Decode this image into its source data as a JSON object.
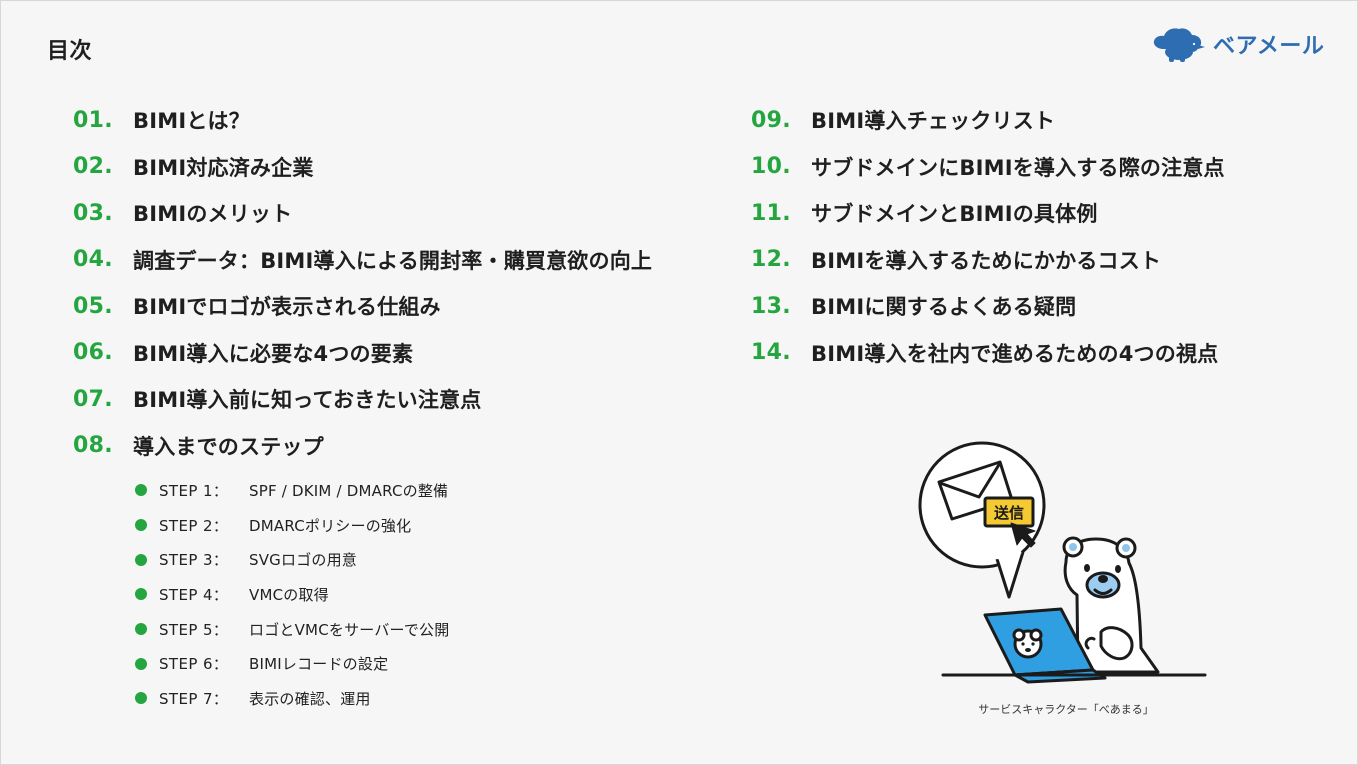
{
  "header": {
    "title": "目次",
    "brand_name": "ベアメール",
    "logo_icon": "bear-cloud-logo-icon"
  },
  "toc": {
    "left": [
      {
        "num": "01.",
        "label": "BIMIとは？"
      },
      {
        "num": "02.",
        "label": "BIMI対応済み企業"
      },
      {
        "num": "03.",
        "label": "BIMIのメリット"
      },
      {
        "num": "04.",
        "label": "調査データ：BIMI導入による開封率・購買意欲の向上"
      },
      {
        "num": "05.",
        "label": "BIMIでロゴが表示される仕組み"
      },
      {
        "num": "06.",
        "label": "BIMI導入に必要な4つの要素"
      },
      {
        "num": "07.",
        "label": "BIMI導入前に知っておきたい注意点"
      },
      {
        "num": "08.",
        "label": "導入までのステップ"
      }
    ],
    "right": [
      {
        "num": "09.",
        "label": "BIMI導入チェックリスト"
      },
      {
        "num": "10.",
        "label": "サブドメインにBIMIを導入する際の注意点"
      },
      {
        "num": "11.",
        "label": "サブドメインとBIMIの具体例"
      },
      {
        "num": "12.",
        "label": "BIMIを導入するためにかかるコスト"
      },
      {
        "num": "13.",
        "label": "BIMIに関するよくある疑問"
      },
      {
        "num": "14.",
        "label": "BIMI導入を社内で進めるための4つの視点"
      }
    ]
  },
  "steps": [
    {
      "name": "STEP 1：",
      "text": "SPF / DKIM / DMARCの整備"
    },
    {
      "name": "STEP 2：",
      "text": "DMARCポリシーの強化"
    },
    {
      "name": "STEP 3：",
      "text": "SVGロゴの用意"
    },
    {
      "name": "STEP 4：",
      "text": "VMCの取得"
    },
    {
      "name": "STEP 5：",
      "text": "ロゴとVMCをサーバーで公開"
    },
    {
      "name": "STEP 6：",
      "text": "BIMIレコードの設定"
    },
    {
      "name": "STEP 7：",
      "text": "表示の確認、運用"
    }
  ],
  "illustration": {
    "send_label": "送信",
    "caption": "サービスキャラクター「べあまる」"
  },
  "colors": {
    "accent_green": "#25a540",
    "brand_blue": "#2f6db3",
    "laptop_blue": "#2f9fe2",
    "send_yellow": "#f4c931"
  }
}
